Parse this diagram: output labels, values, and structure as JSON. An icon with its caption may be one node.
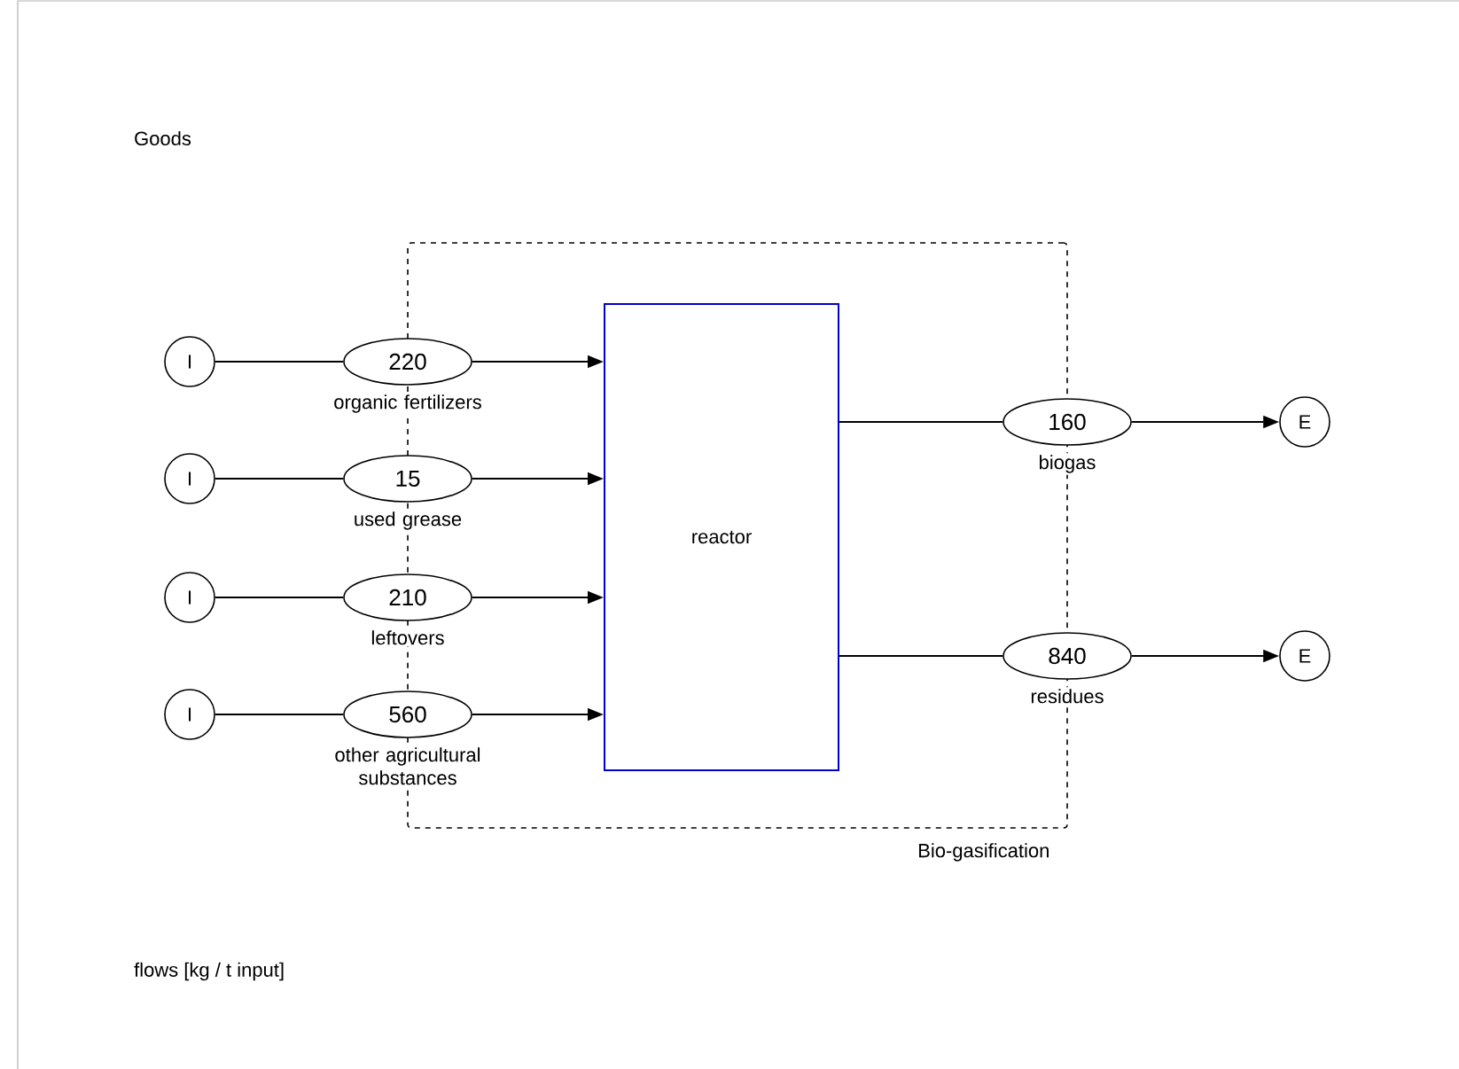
{
  "diagram": {
    "nodes": [
      {
        "text": [
          "Bio-gasification"
        ]
      },
      {
        "text": [
          "reactor"
        ],
        "in": 0
      },
      {
        "text": [
          "I"
        ]
      },
      {
        "text": [
          "I"
        ]
      },
      {
        "text": [
          "I"
        ]
      },
      {
        "text": [
          "I"
        ]
      },
      {
        "text": [
          "220"
        ],
        "beside": [
          "organic fertilizers"
        ]
      },
      {
        "text": [
          "15"
        ],
        "beside": [
          "used grease"
        ]
      },
      {
        "text": [
          "210"
        ],
        "beside": [
          "leftovers"
        ]
      },
      {
        "text": [
          "560"
        ],
        "beside": [
          "other agricultural substances"
        ]
      },
      {
        "text": [
          "160"
        ],
        "beside": [
          "biogas"
        ]
      },
      {
        "text": [
          "840"
        ],
        "beside": [
          "residues"
        ]
      },
      {
        "text": [
          "E"
        ]
      },
      {
        "text": [
          "E"
        ]
      }
    ],
    "edges": [
      {
        "from": 2,
        "to": 6,
        "arrow": "none"
      },
      {
        "from": 6,
        "to": 1,
        "arrow": "to"
      },
      {
        "from": 3,
        "to": 7,
        "arrow": "none"
      },
      {
        "from": 7,
        "to": 1,
        "arrow": "to"
      },
      {
        "from": 4,
        "to": 8,
        "arrow": "none"
      },
      {
        "from": 8,
        "to": 1,
        "arrow": "to"
      },
      {
        "from": 5,
        "to": 9,
        "arrow": "none"
      },
      {
        "from": 9,
        "to": 1,
        "arrow": "to"
      },
      {
        "from": 1,
        "to": 10,
        "arrow": "none"
      },
      {
        "from": 10,
        "to": 12,
        "arrow": "to"
      },
      {
        "from": 1,
        "to": 11,
        "arrow": "none"
      },
      {
        "from": 11,
        "to": 13,
        "arrow": "to"
      }
    ],
    "labels": [
      "Goods",
      "flows [kg / t input]"
    ]
  }
}
